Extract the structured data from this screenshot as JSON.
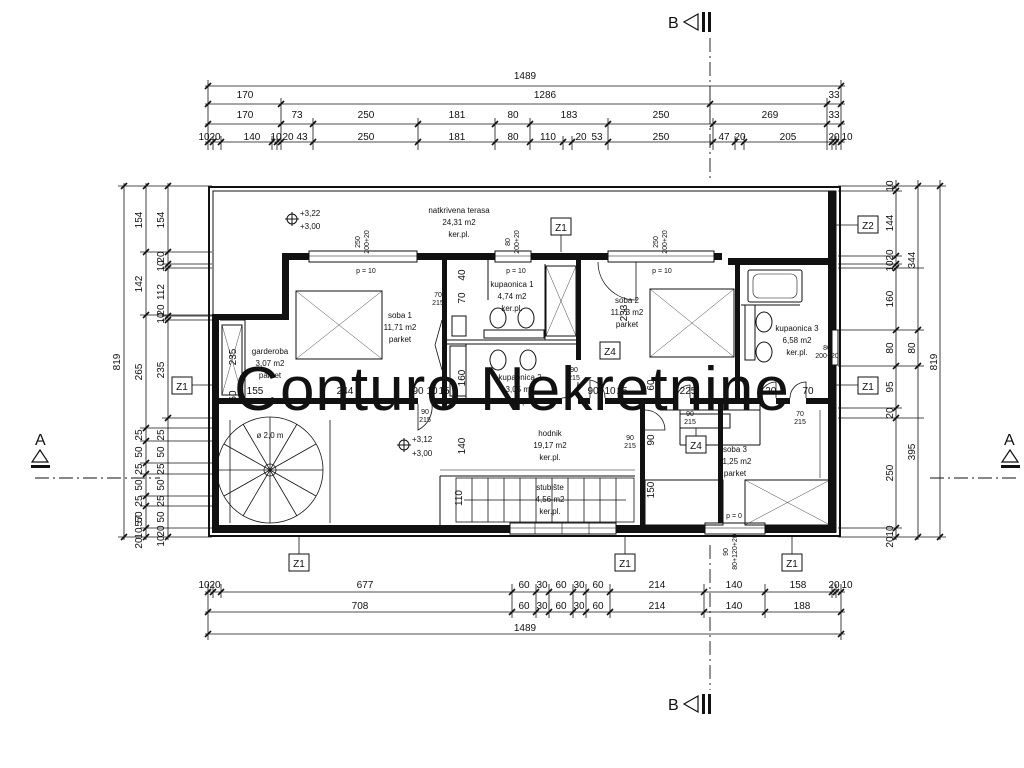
{
  "watermark": "Conturo Nekretnine",
  "section_marks": {
    "a_left": "A",
    "a_right": "A",
    "b_top": "B",
    "b_bottom": "B"
  },
  "dims": {
    "top_row1": [
      "1489"
    ],
    "top_row2": [
      "170",
      "1286",
      "33"
    ],
    "top_row3": [
      "170",
      "73",
      "250",
      "181",
      "80",
      "183",
      "250",
      "269",
      "33"
    ],
    "top_row4": [
      "10",
      "20",
      "140",
      "10",
      "20",
      "43",
      "250",
      "181",
      "80",
      "110",
      "20",
      "53",
      "250",
      "47",
      "20",
      "205",
      "20",
      "10"
    ],
    "bottom_row1": [
      "10",
      "20",
      "677",
      "60",
      "30",
      "60",
      "30",
      "60",
      "214",
      "140",
      "158",
      "20",
      "10"
    ],
    "bottom_row2": [
      "708",
      "60",
      "30",
      "60",
      "30",
      "60",
      "214",
      "140",
      "188"
    ],
    "bottom_row3": [
      "1489"
    ],
    "left_outer": [
      "819"
    ],
    "left_mid": [
      "154",
      "142",
      "265",
      "25",
      "50",
      "25",
      "50",
      "25",
      "50",
      "57",
      "10",
      "20"
    ],
    "left_inner": [
      "154",
      "20",
      "10",
      "112",
      "20",
      "10",
      "235",
      "25",
      "50",
      "25",
      "50",
      "25",
      "50",
      "20",
      "10"
    ],
    "right_inner": [
      "10",
      "144",
      "20",
      "10",
      "160",
      "80",
      "95",
      "20",
      "250",
      "10",
      "20"
    ],
    "right_mid": [
      "344",
      "80",
      "395"
    ],
    "right_outer": [
      "819"
    ]
  },
  "rooms": {
    "terasa": {
      "name": "natkrivena terasa",
      "area": "24,31 m2",
      "floor": "ker.pl."
    },
    "kupaonica1": {
      "name": "kupaonica 1",
      "area": "4,74 m2",
      "floor": "ker.pl."
    },
    "soba1": {
      "name": "soba 1",
      "area": "11,71 m2",
      "floor": "parket"
    },
    "soba2": {
      "name": "soba 2",
      "area": "11,73 m2",
      "floor": "parket"
    },
    "kupaonica3": {
      "name": "kupaonica 3",
      "area": "6,58 m2",
      "floor": "ker.pl."
    },
    "garderoba": {
      "name": "garderoba",
      "area": "3,07 m2",
      "floor": "parket"
    },
    "kupaonica2": {
      "name": "kupaonica 2",
      "area": "3,05 m2",
      "floor": "ker.pl."
    },
    "hodnik": {
      "name": "hodnik",
      "area": "19,17 m2",
      "floor": "ker.pl."
    },
    "soba3": {
      "name": "soba 3",
      "area": "11,25 m2",
      "floor": "parket"
    },
    "stubiste": {
      "name": "stubište",
      "area": "4,56 m2",
      "floor": "ker.pl."
    }
  },
  "levels": {
    "terasa_a": "+3,22",
    "terasa_b": "+3,00",
    "hodnik_a": "+3,12",
    "hodnik_b": "+3,00",
    "stair": "ø 2,0 m"
  },
  "tags": {
    "z1": "Z1",
    "z2": "Z2",
    "z4": "Z4"
  },
  "inner_dims": {
    "d244": "244",
    "d155": "155",
    "d90a": "90",
    "d10a": "10",
    "d15a": "15",
    "d90b": "90",
    "d10b": "10",
    "d15b": "15",
    "d225": "225",
    "d120": "120",
    "d70": "70",
    "d140": "140",
    "d160": "160",
    "d40": "40",
    "d70b": "70",
    "d233": "233",
    "d150": "150",
    "d90c": "90",
    "d110": "110",
    "d60": "60",
    "d60b": "60",
    "d235": "235"
  },
  "openings": {
    "w1": "250",
    "w1b": "200+20",
    "w2": "80",
    "w2b": "200+20",
    "w3": "250",
    "w3b": "200+20",
    "p1": "p = 10",
    "p2": "p = 10",
    "p3": "p = 10",
    "p4": "p = 0",
    "w4": "80",
    "w4b": "200+20",
    "w5": "90",
    "w5b": "80+120+20",
    "k1": "70",
    "k1b": "215",
    "k2": "90",
    "k2b": "215",
    "k3": "90",
    "k3b": "215",
    "k4": "90",
    "k4b": "215",
    "k5": "90",
    "k5b": "215",
    "k6": "70",
    "k6b": "215"
  }
}
